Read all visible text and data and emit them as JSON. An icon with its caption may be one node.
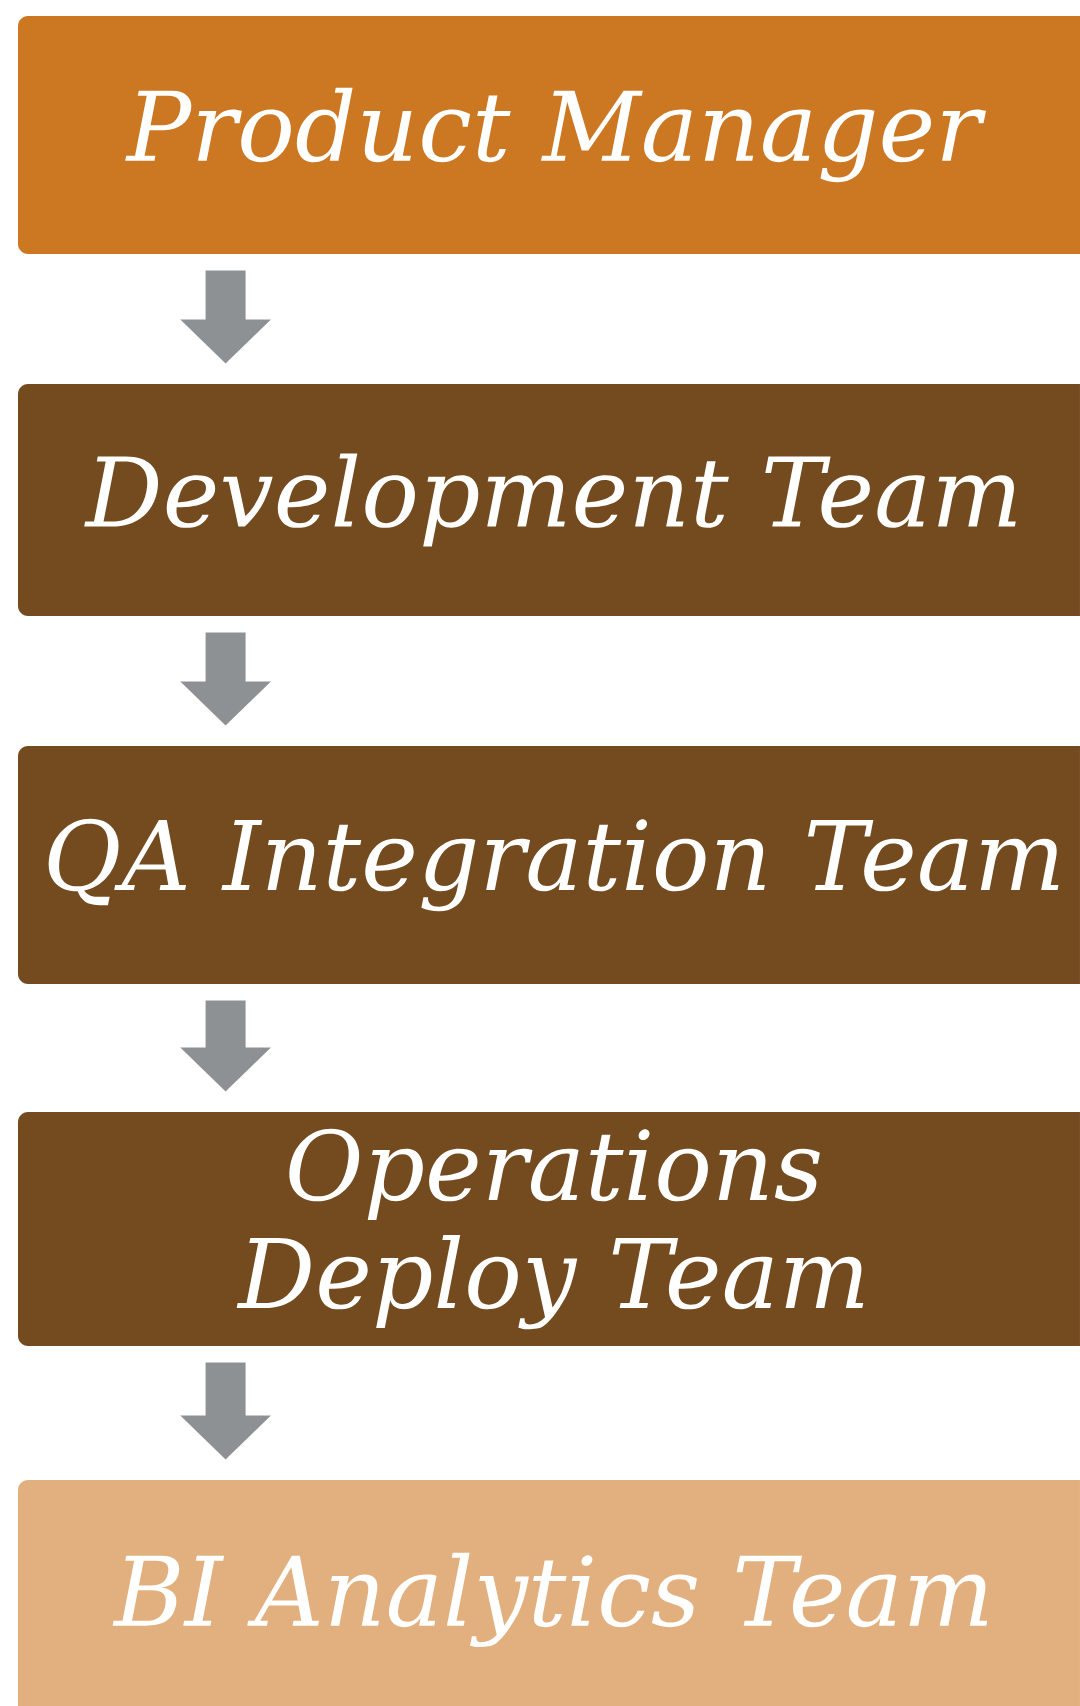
{
  "diagram": {
    "nodes": [
      {
        "text": [
          "Product Manager"
        ]
      },
      {
        "text": [
          "Development Team"
        ]
      },
      {
        "text": [
          "QA Integration Team"
        ]
      },
      {
        "text": [
          "Operations Deploy Team"
        ]
      },
      {
        "text": [
          "BI Analytics Team"
        ]
      }
    ],
    "edges": [
      {
        "from": 0,
        "to": 1,
        "arrow": "to"
      },
      {
        "from": 1,
        "to": 2,
        "arrow": "to"
      },
      {
        "from": 2,
        "to": 3,
        "arrow": "to"
      },
      {
        "from": 3,
        "to": 4,
        "arrow": "to"
      }
    ]
  }
}
